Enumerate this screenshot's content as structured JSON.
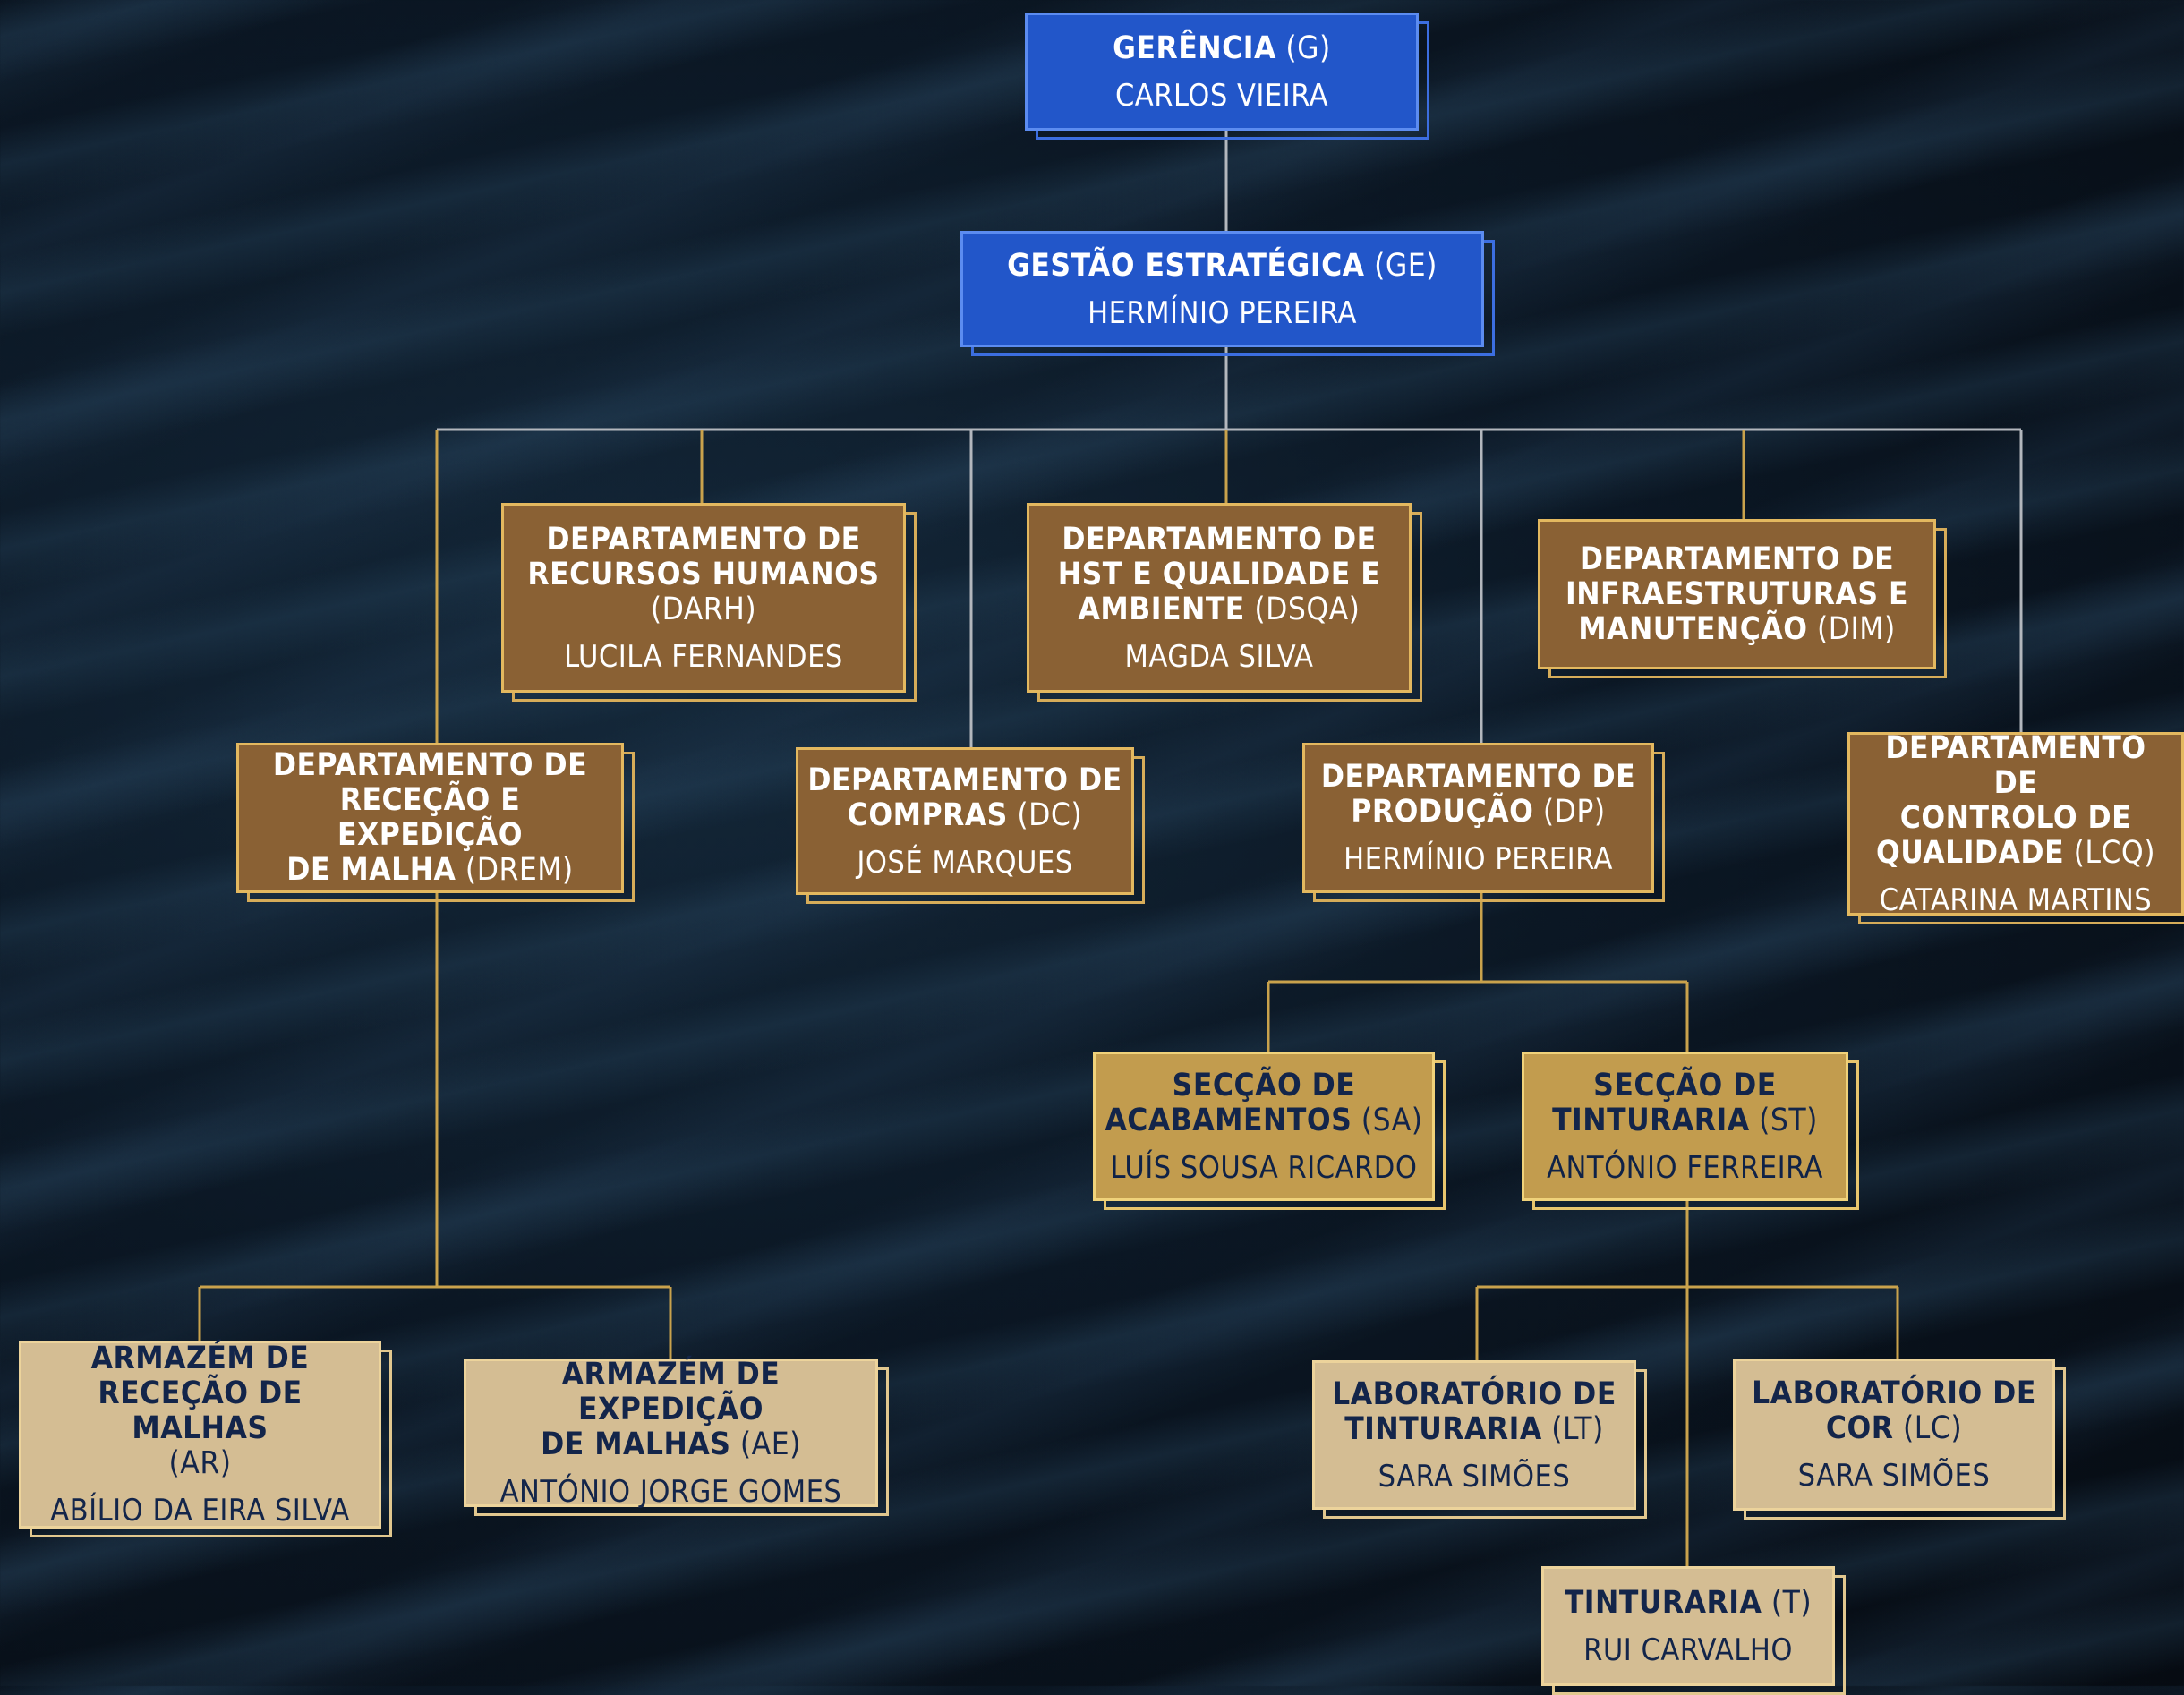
{
  "colors": {
    "connector": "#b3b7bd",
    "connector_gold": "#c9a24c",
    "blue_fill": "#2256c9",
    "brown_fill": "#8a6134",
    "gold_fill": "#c29c4e",
    "sand_fill": "#d4bd93"
  },
  "nodes": [
    {
      "id": "g",
      "theme": "blue",
      "title": [
        "GERÊNCIA"
      ],
      "abbr": "(G)",
      "abbr_inline": true,
      "person": "CARLOS VIEIRA"
    },
    {
      "id": "ge",
      "theme": "blue",
      "title": [
        "GESTÃO ESTRATÉGICA"
      ],
      "abbr": "(GE)",
      "abbr_inline": true,
      "person": "HERMÍNIO PEREIRA"
    },
    {
      "id": "darh",
      "theme": "brown",
      "title": [
        "DEPARTAMENTO DE",
        "RECURSOS HUMANOS"
      ],
      "abbr": "(DARH)",
      "abbr_inline": false,
      "person": "LUCILA FERNANDES"
    },
    {
      "id": "dsqa",
      "theme": "brown",
      "title": [
        "DEPARTAMENTO DE",
        "HST E QUALIDADE E",
        "AMBIENTE"
      ],
      "abbr": "(DSQA)",
      "abbr_inline": true,
      "person": "MAGDA SILVA"
    },
    {
      "id": "dim",
      "theme": "brown",
      "title": [
        "DEPARTAMENTO DE",
        "INFRAESTRUTURAS E",
        "MANUTENÇÃO"
      ],
      "abbr": "(DIM)",
      "abbr_inline": true,
      "person": ""
    },
    {
      "id": "drem",
      "theme": "brown",
      "title": [
        "DEPARTAMENTO DE",
        "RECEÇÃO E EXPEDIÇÃO",
        "DE MALHA"
      ],
      "abbr": "(DREM)",
      "abbr_inline": true,
      "person": ""
    },
    {
      "id": "dc",
      "theme": "brown",
      "title": [
        "DEPARTAMENTO DE",
        "COMPRAS"
      ],
      "abbr": "(DC)",
      "abbr_inline": true,
      "person": "JOSÉ MARQUES"
    },
    {
      "id": "dp",
      "theme": "brown",
      "title": [
        "DEPARTAMENTO DE",
        "PRODUÇÃO"
      ],
      "abbr": "(DP)",
      "abbr_inline": true,
      "person": "HERMÍNIO PEREIRA"
    },
    {
      "id": "lcq",
      "theme": "brown",
      "title": [
        "DEPARTAMENTO DE",
        "CONTROLO DE",
        "QUALIDADE"
      ],
      "abbr": "(LCQ)",
      "abbr_inline": true,
      "person": "CATARINA MARTINS"
    },
    {
      "id": "sa",
      "theme": "gold",
      "title": [
        "SECÇÃO DE",
        "ACABAMENTOS"
      ],
      "abbr": "(SA)",
      "abbr_inline": true,
      "person": "LUÍS SOUSA RICARDO"
    },
    {
      "id": "st",
      "theme": "gold",
      "title": [
        "SECÇÃO DE",
        "TINTURARIA"
      ],
      "abbr": "(ST)",
      "abbr_inline": true,
      "person": "ANTÓNIO FERREIRA"
    },
    {
      "id": "ar",
      "theme": "sand",
      "title": [
        "ARMAZÉM DE",
        "RECEÇÃO DE MALHAS"
      ],
      "abbr": "(AR)",
      "abbr_inline": false,
      "person": "ABÍLIO DA EIRA SILVA"
    },
    {
      "id": "ae",
      "theme": "sand",
      "title": [
        "ARMAZÉM DE EXPEDIÇÃO",
        "DE MALHAS"
      ],
      "abbr": "(AE)",
      "abbr_inline": true,
      "person": "ANTÓNIO JORGE GOMES"
    },
    {
      "id": "lt",
      "theme": "sand",
      "title": [
        "LABORATÓRIO DE",
        "TINTURARIA"
      ],
      "abbr": "(LT)",
      "abbr_inline": true,
      "person": "SARA SIMÕES"
    },
    {
      "id": "lc",
      "theme": "sand",
      "title": [
        "LABORATÓRIO DE",
        "COR"
      ],
      "abbr": "(LC)",
      "abbr_inline": true,
      "person": "SARA SIMÕES"
    },
    {
      "id": "t",
      "theme": "sand",
      "title": [
        "TINTURARIA"
      ],
      "abbr": "(T)",
      "abbr_inline": true,
      "person": "RUI CARVALHO"
    }
  ]
}
